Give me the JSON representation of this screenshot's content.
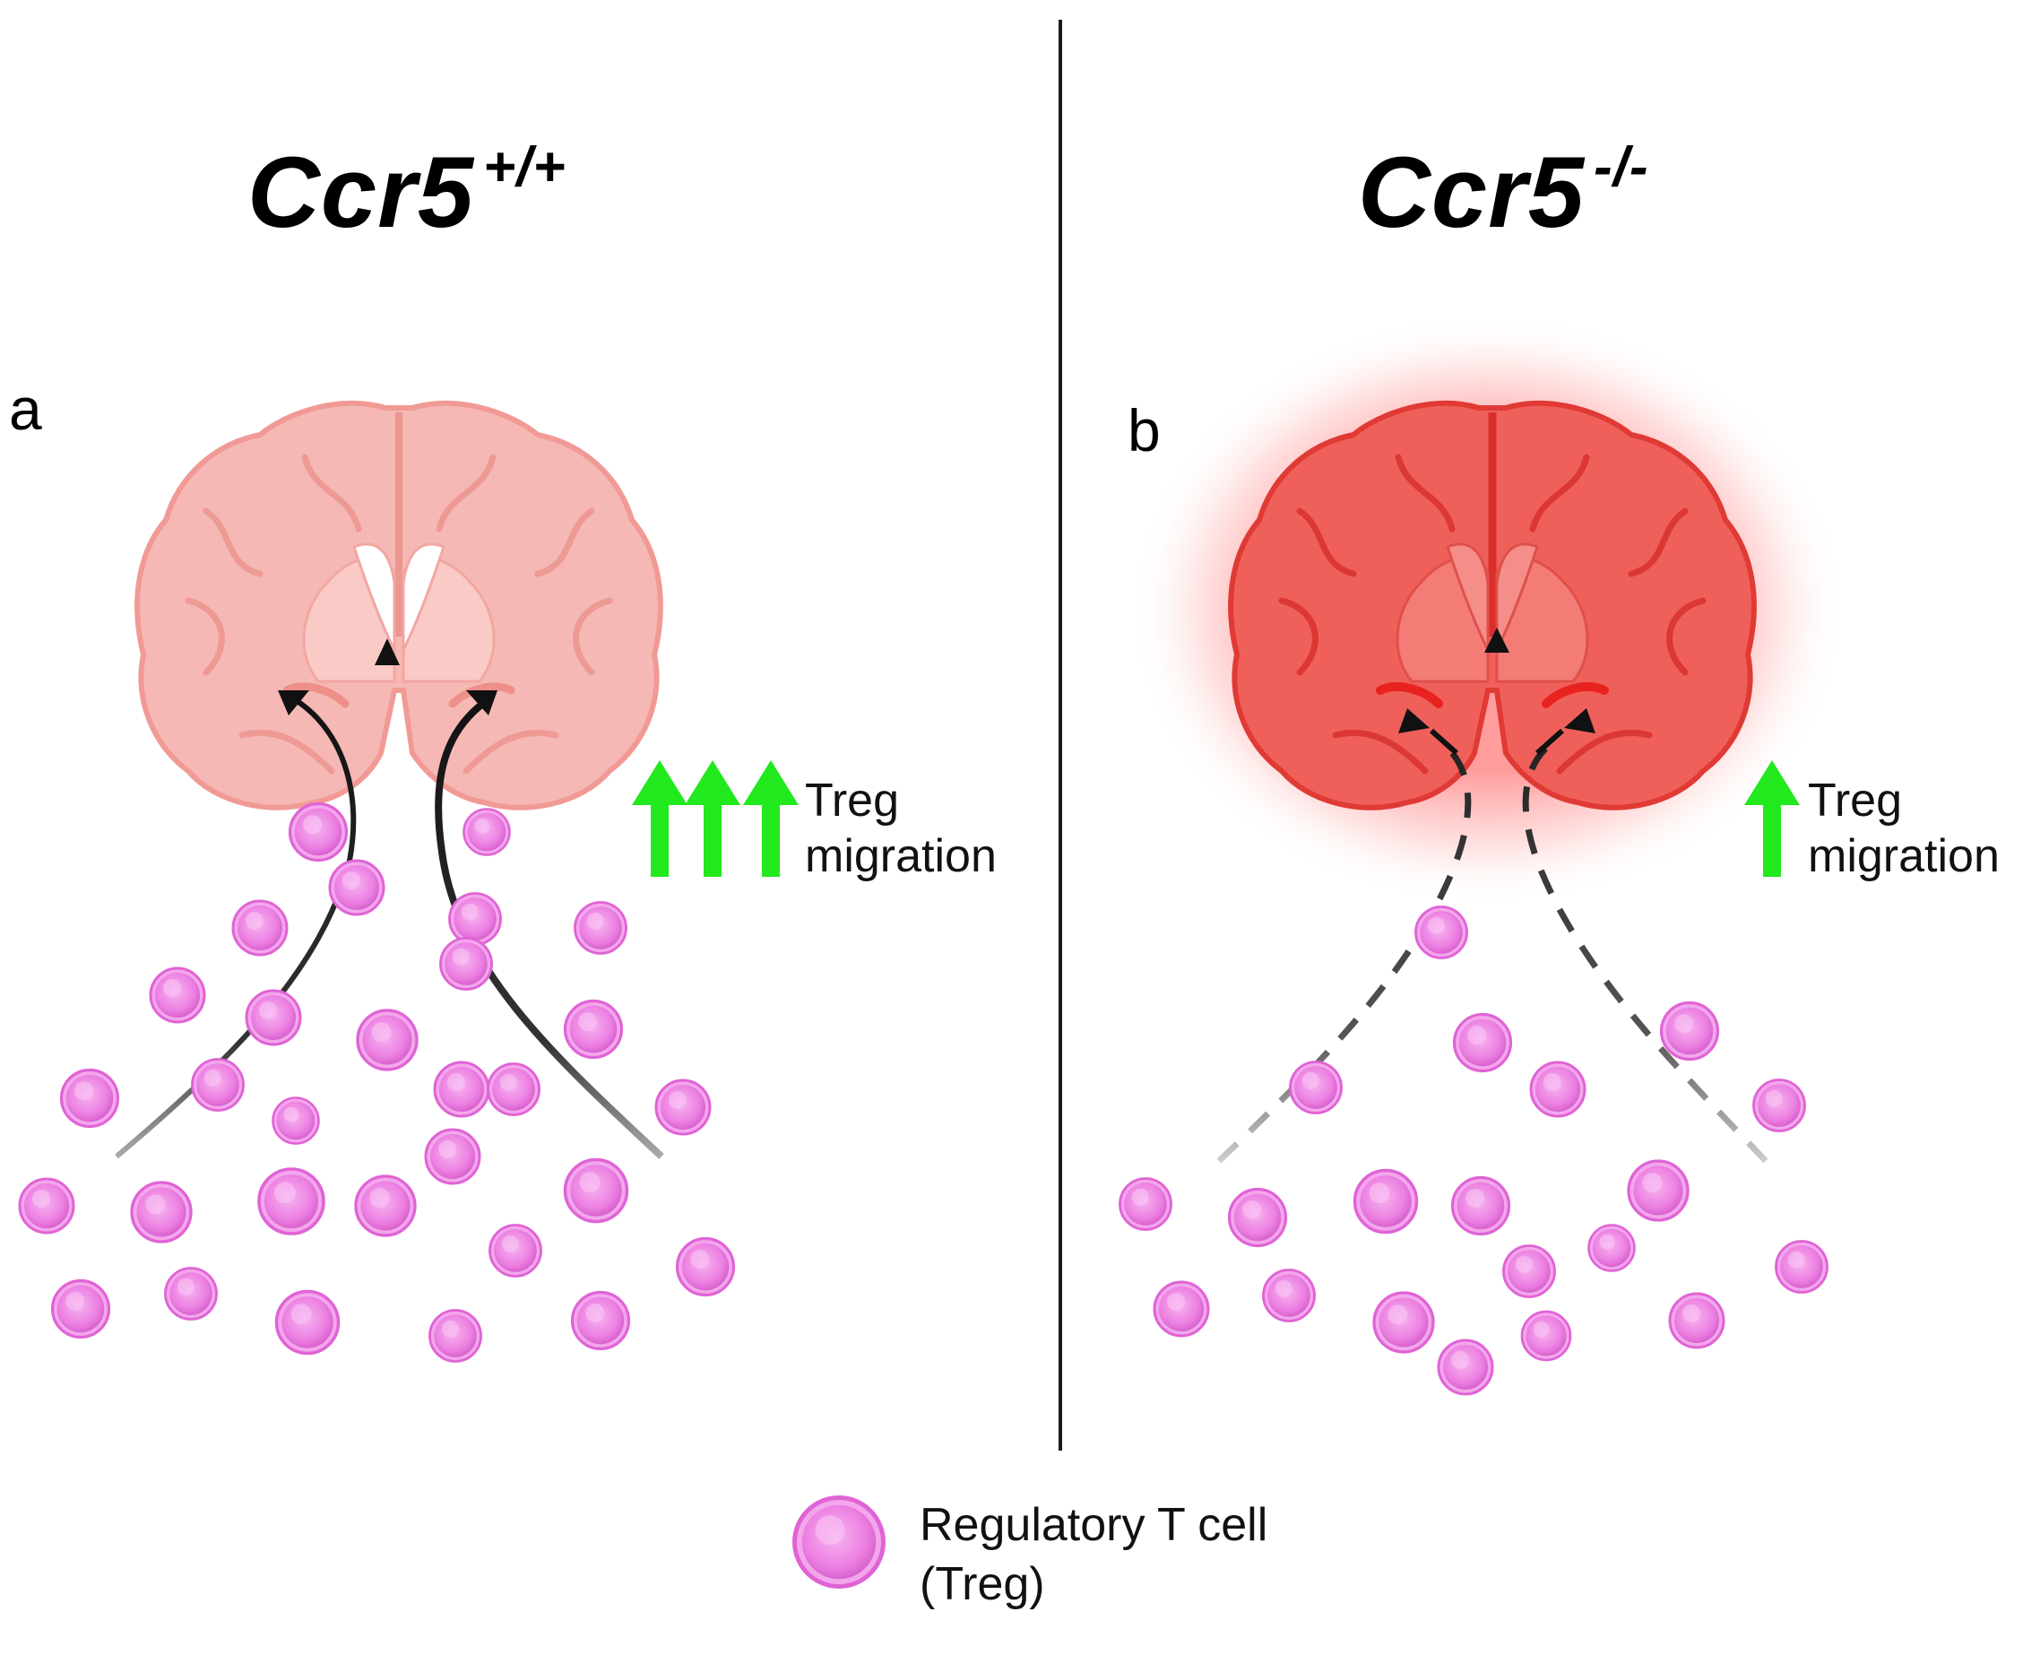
{
  "panels": [
    {
      "letter": "a",
      "genotype": "Ccr5",
      "genotype_sup": "+/+",
      "migration_label_line1": "Treg",
      "migration_label_line2": "migration",
      "migration_arrow_count": 3,
      "arrow_color": "#22e81e",
      "brain_color": "#f6b8b4",
      "paths_style": "solid"
    },
    {
      "letter": "b",
      "genotype": "Ccr5",
      "genotype_sup": "-/-",
      "migration_label_line1": "Treg",
      "migration_label_line2": "migration",
      "migration_arrow_count": 1,
      "arrow_color": "#22e81e",
      "brain_color": "#f0605a",
      "paths_style": "dashed"
    }
  ],
  "legend": {
    "icon": "regulatory-t-cell-icon",
    "line1": "Regulatory T cell",
    "line2": "(Treg)"
  },
  "cell_color": "#ee82e4"
}
